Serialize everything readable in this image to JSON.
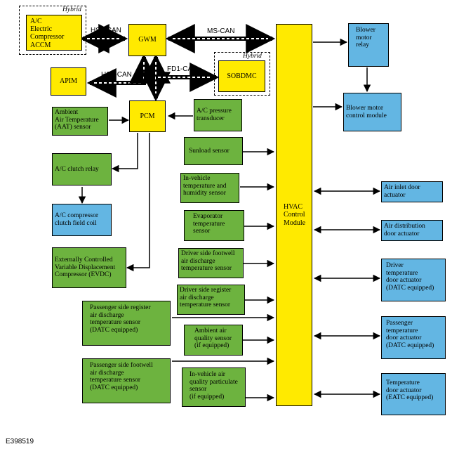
{
  "labels": {
    "hybrid_top": "Hybrid",
    "hybrid_sobd": "Hybrid",
    "hs1": "HS1-CAN",
    "ms": "MS-CAN",
    "hs3": "HS3-CAN",
    "fd1": "FD1-CAN",
    "figure_id": "E398519"
  },
  "modules": {
    "accm": "A/C\nElectric\nCompressor\nACCM",
    "gwm": "GWM",
    "apim": "APIM",
    "sobdmc": "SOBDMC",
    "pcm": "PCM",
    "hvac": "HVAC\nControl\nModule"
  },
  "left": {
    "aat": "Ambient\nAir Temperature\n(AAT) sensor",
    "clutch_relay": "A/C clutch relay",
    "clutch_coil": "A/C compressor\nclutch field coil",
    "evdc": "Externally Controlled\nVariable Displacement\nCompressor (EVDC)",
    "pass_register": "Passenger side register\nair discharge\ntemperature sensor\n(DATC equipped)",
    "pass_footwell": "Passenger side footwell\nair discharge\ntemperature sensor\n(DATC equipped)"
  },
  "center": {
    "ac_pressure": "A/C pressure\ntransducer",
    "sunload": "Sunload sensor",
    "invehicle_temp": "In-vehicle\ntemperature and\nhumidity sensor",
    "evap": "Evaporator\ntemperature\nsensor",
    "drv_footwell": "Driver side footwell\nair discharge\ntemperature sensor",
    "drv_register": "Driver side register\nair discharge\ntemperature sensor",
    "ambient_quality": "Ambient air\nquality sensor\n(if equipped)",
    "particulate": "In-vehicle air\nquality particulate\nsensor\n(if equipped)"
  },
  "right": {
    "blower_relay": "Blower\nmotor\nrelay",
    "blower_control": "Blower motor\ncontrol module",
    "air_inlet": "Air inlet door\nactuator",
    "air_dist": "Air distribution\ndoor actuator",
    "driver_temp": "Driver\ntemperature\ndoor actuator\n(DATC equipped)",
    "pass_temp": "Passenger\ntemperature\ndoor actuator\n(DATC equipped)",
    "temp_door": "Temperature\ndoor actuator\n(EATC equipped)"
  },
  "colors": {
    "module": "#ffea00",
    "sensor": "#6db33f",
    "actuator": "#63b6e3"
  }
}
